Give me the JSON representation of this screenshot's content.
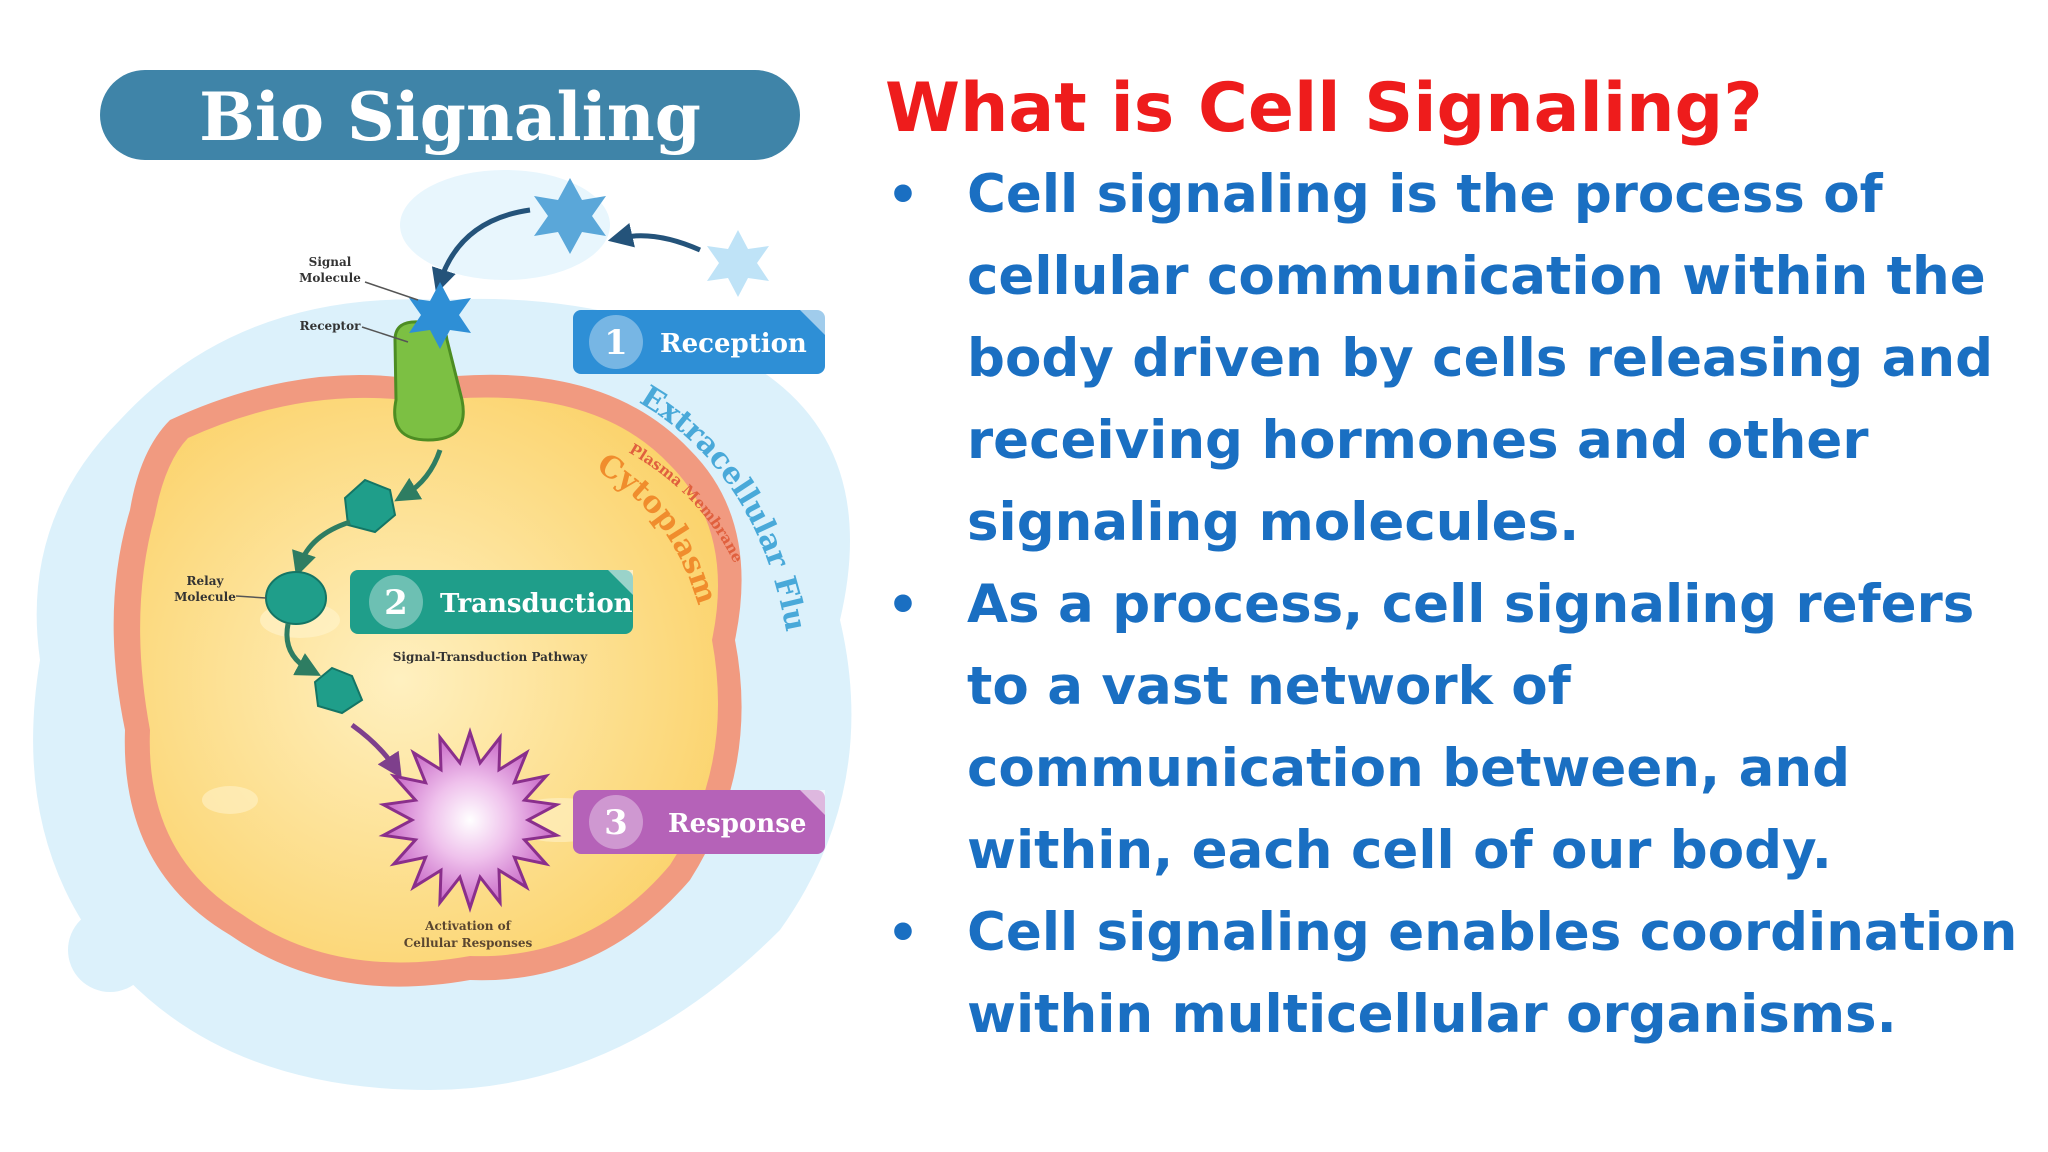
{
  "diagram": {
    "banner_title": "Bio Signaling",
    "labels": {
      "signal_molecule": [
        "Signal",
        "Molecule"
      ],
      "receptor": "Receptor",
      "relay_molecule": [
        "Relay",
        "Molecule"
      ],
      "extracellular_fluid": "Extracellular Fluid",
      "plasma_membrane": "Plasma Membrane",
      "cytoplasm": "Cytoplasm",
      "pathway": "Signal-Transduction Pathway",
      "activation": [
        "Activation of",
        "Cellular Responses"
      ]
    },
    "stages": [
      {
        "number": "1",
        "label": "Reception"
      },
      {
        "number": "2",
        "label": "Transduction"
      },
      {
        "number": "3",
        "label": "Response"
      }
    ],
    "colors": {
      "banner": "#3f84a8",
      "reception": "#2e8fd6",
      "transduction": "#1f9e8a",
      "response": "#b562b8",
      "membrane": "#f19a80",
      "cytoplasm": "#fbd36c",
      "fluid": "#dcf1fb"
    }
  },
  "text_panel": {
    "title": "What is Cell Signaling?",
    "bullets": [
      "Cell signaling is the process of cellular communication within the body driven by cells releasing and receiving hormones and other signaling molecules.",
      "As a process, cell signaling refers to a vast network of communication between, and within, each cell of our body.",
      "Cell signaling enables coordination within multicellular organisms."
    ],
    "bullet_marker": "•",
    "colors": {
      "title": "#ee1c1c",
      "body": "#1a6fc2"
    }
  }
}
